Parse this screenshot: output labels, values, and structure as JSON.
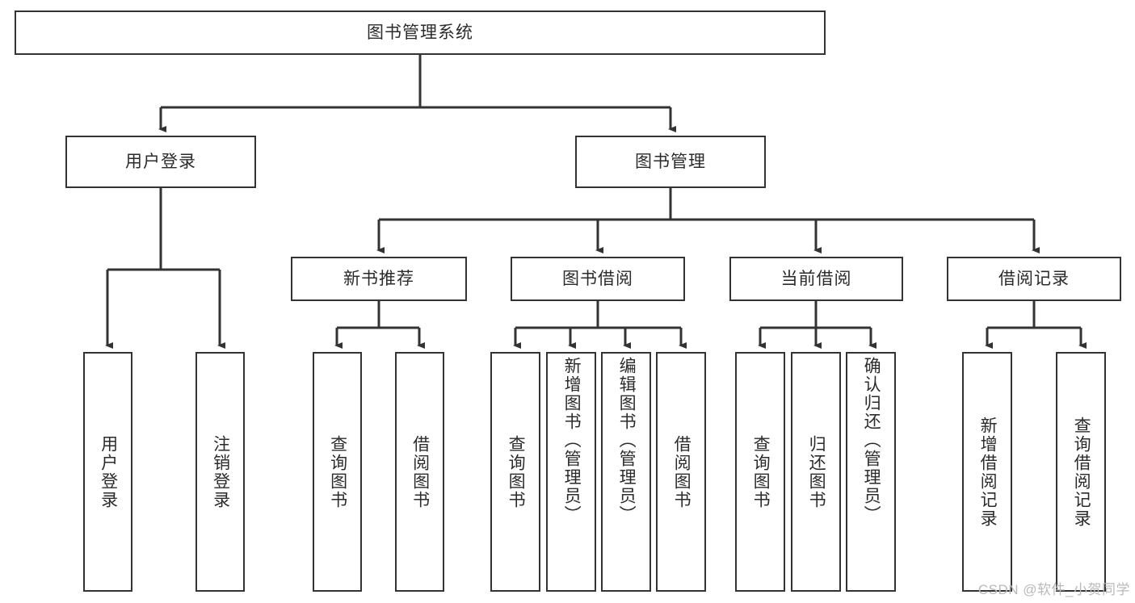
{
  "diagram": {
    "title": "图书管理系统",
    "type": "hierarchy-tree",
    "colors": {
      "stroke": "#333333",
      "fill": "#ffffff",
      "text": "#2b2b2b",
      "watermark": "#b9b9b9"
    },
    "root": {
      "label": "图书管理系统"
    },
    "level2": [
      {
        "label": "用户登录"
      },
      {
        "label": "图书管理"
      }
    ],
    "level3": [
      {
        "label": "新书推荐"
      },
      {
        "label": "图书借阅"
      },
      {
        "label": "当前借阅"
      },
      {
        "label": "借阅记录"
      }
    ],
    "leaves": {
      "user_login": [
        {
          "label": "用户登录"
        },
        {
          "label": "注销登录"
        }
      ],
      "new_book_recommend": [
        {
          "label": "查询图书"
        },
        {
          "label": "借阅图书"
        }
      ],
      "book_borrow": [
        {
          "label": "查询图书"
        },
        {
          "label": "新增图书（管理员）"
        },
        {
          "label": "编辑图书（管理员）"
        },
        {
          "label": "借阅图书"
        }
      ],
      "current_borrow": [
        {
          "label": "查询图书"
        },
        {
          "label": "归还图书"
        },
        {
          "label": "确认归还（管理员）"
        }
      ],
      "borrow_record": [
        {
          "label": "新增借阅记录"
        },
        {
          "label": "查询借阅记录"
        }
      ]
    }
  },
  "watermark": {
    "text": "CSDN @软件_小贺同学"
  }
}
